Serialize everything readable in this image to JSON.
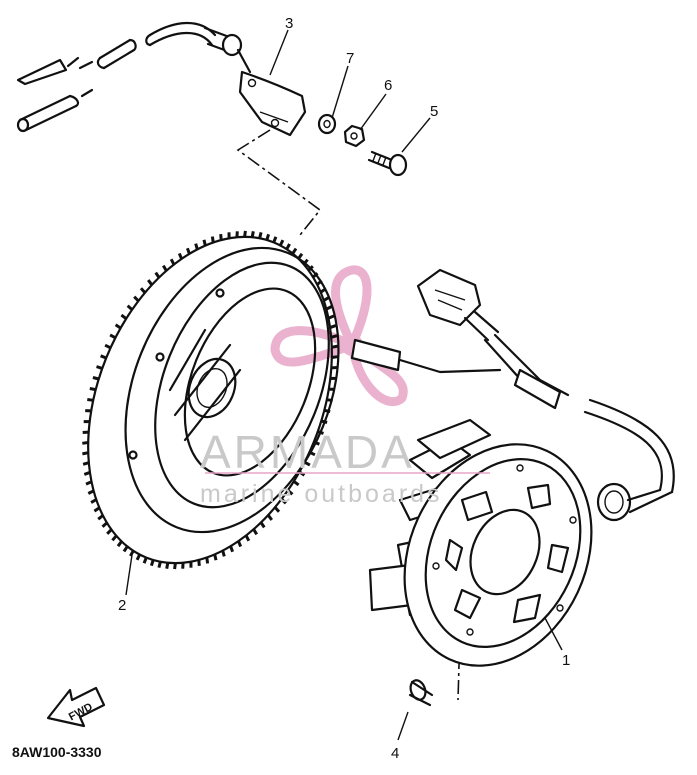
{
  "diagram": {
    "drawing_code": "8AW100-3330",
    "fwd_label": "FWD",
    "callouts": [
      "1",
      "2",
      "3",
      "4",
      "5",
      "6",
      "7"
    ]
  },
  "watermark": {
    "main": "ARMADA",
    "sub": "marine outboards",
    "color_text": "#c9c9c9",
    "color_logo": "#e7a5c6"
  }
}
